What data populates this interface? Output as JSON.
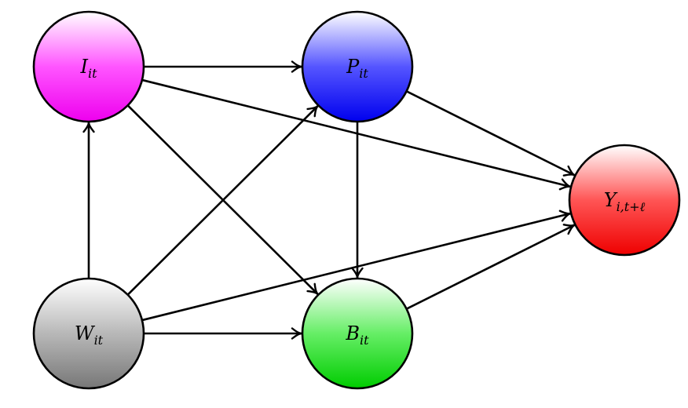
{
  "diagram": {
    "nodes": [
      {
        "id": "I",
        "main": "I",
        "sub": "it",
        "color_top": "#ffffff",
        "color_mid": "#ff55ff",
        "color_bottom": "#ee00ee"
      },
      {
        "id": "P",
        "main": "P",
        "sub": "it",
        "color_top": "#ffffff",
        "color_mid": "#5555ff",
        "color_bottom": "#0000ee"
      },
      {
        "id": "W",
        "main": "W",
        "sub": "it",
        "color_top": "#ffffff",
        "color_mid": "#b8b8b8",
        "color_bottom": "#777777"
      },
      {
        "id": "B",
        "main": "B",
        "sub": "it",
        "color_top": "#ffffff",
        "color_mid": "#66ee66",
        "color_bottom": "#00cc00"
      },
      {
        "id": "Y",
        "main": "Y",
        "sub": "i,t+ℓ",
        "color_top": "#ffffff",
        "color_mid": "#ff5555",
        "color_bottom": "#ee0000"
      }
    ],
    "edges": [
      {
        "from": "I",
        "to": "P"
      },
      {
        "from": "I",
        "to": "Y"
      },
      {
        "from": "I",
        "to": "B"
      },
      {
        "from": "P",
        "to": "Y"
      },
      {
        "from": "P",
        "to": "B"
      },
      {
        "from": "W",
        "to": "I"
      },
      {
        "from": "W",
        "to": "P"
      },
      {
        "from": "W",
        "to": "B"
      },
      {
        "from": "W",
        "to": "Y"
      },
      {
        "from": "B",
        "to": "Y"
      }
    ]
  }
}
